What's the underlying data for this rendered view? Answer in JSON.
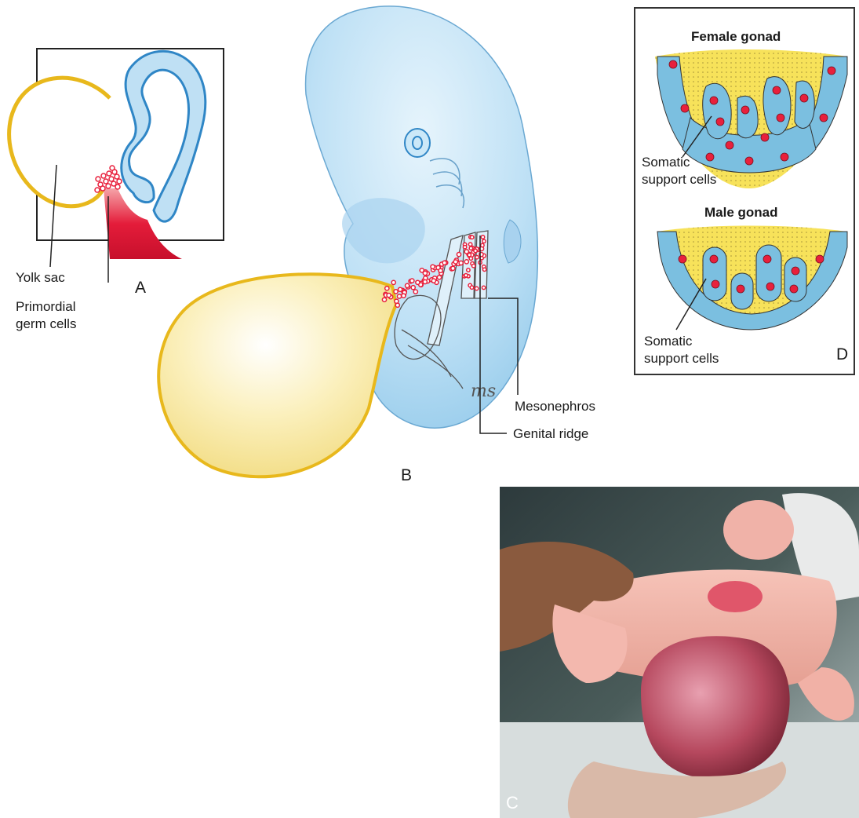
{
  "panel_a": {
    "letter": "A",
    "yolk_sac_label": "Yolk sac",
    "germ_cells_label_line1": "Primordial",
    "germ_cells_label_line2": "germ cells"
  },
  "panel_b": {
    "letter": "B",
    "mesonephros_label": "Mesonephros",
    "genital_ridge_label": "Genital ridge",
    "signature": "ms"
  },
  "panel_c": {
    "letter": "C"
  },
  "panel_d": {
    "letter": "D",
    "female_title": "Female gonad",
    "female_label_line1": "Somatic",
    "female_label_line2": "support cells",
    "male_title": "Male gonad",
    "male_label_line1": "Somatic",
    "male_label_line2": "support cells"
  },
  "colors": {
    "embryo_blue": "#bfe0f4",
    "outline_blue": "#2f86c6",
    "yolk_yellow": "#f6e79c",
    "yolk_outline": "#e8b81c",
    "germ_cell_red": "#e8203c"
  }
}
